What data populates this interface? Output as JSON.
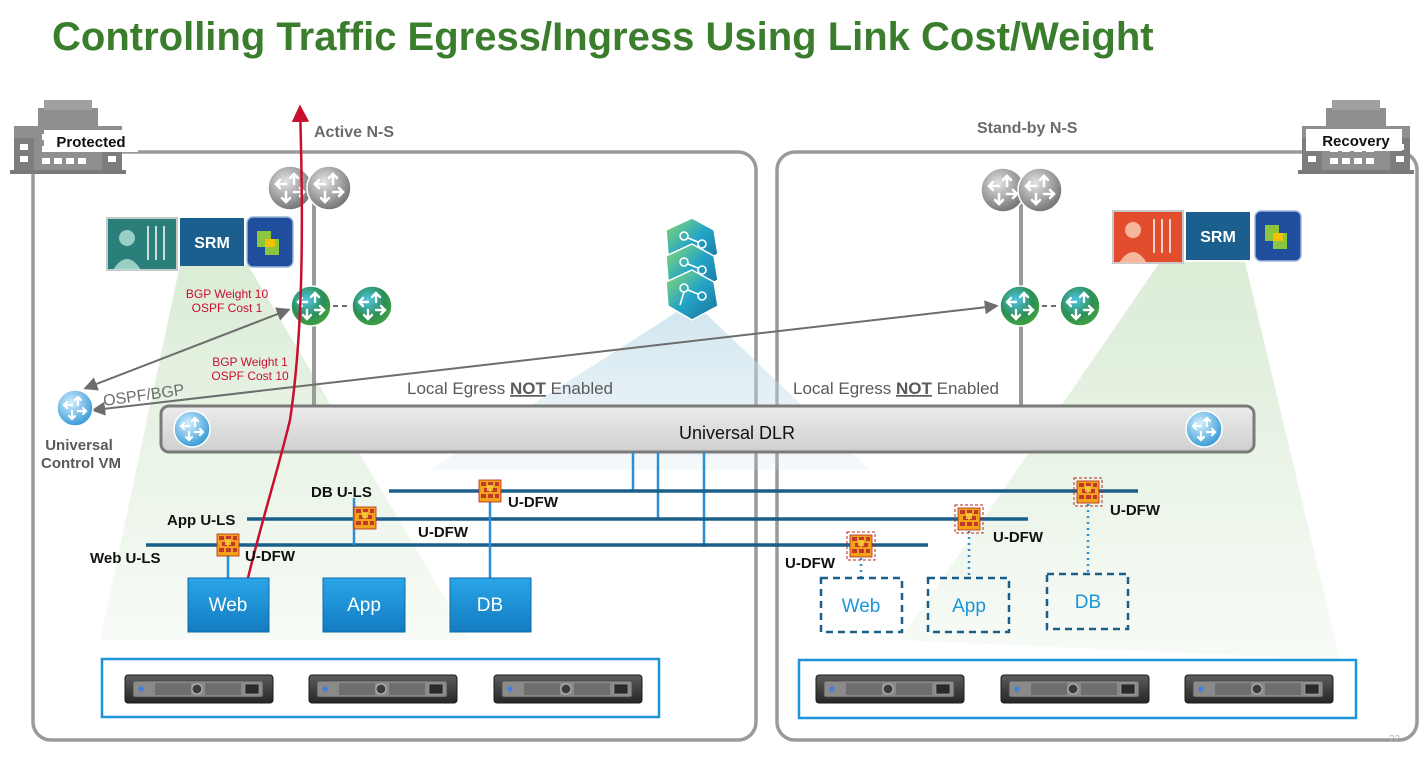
{
  "title": "Controlling Traffic Egress/Ingress Using Link Cost/Weight",
  "colors": {
    "title_green": "#3a7d2c",
    "egress_red": "#c8102e",
    "ls_blue": "#1a5e8a",
    "vm_blue": "#1b95d8",
    "site_gray": "#9a9a9a"
  },
  "sites": {
    "protected": {
      "label": "Protected",
      "ns_label": "Active N-S",
      "srm_label": "SRM",
      "bgp_weight_primary": "BGP Weight 10",
      "ospf_cost_primary": "OSPF Cost 1",
      "bgp_weight_secondary": "BGP Weight 1",
      "ospf_cost_secondary": "OSPF Cost 10",
      "local_egress": {
        "prefix": "Local Egress ",
        "emph": "NOT",
        "suffix": " Enabled"
      }
    },
    "recovery": {
      "label": "Recovery",
      "ns_label": "Stand-by N-S",
      "srm_label": "SRM",
      "local_egress": {
        "prefix": "Local Egress ",
        "emph": "NOT",
        "suffix": " Enabled"
      }
    }
  },
  "control_vm": {
    "protocol_label": "OSPF/BGP",
    "label_line1": "Universal",
    "label_line2": "Control VM"
  },
  "dlr_label": "Universal DLR",
  "logical_switches": {
    "db": "DB U-LS",
    "app": "App U-LS",
    "web": "Web U-LS"
  },
  "firewall_label": "U-DFW",
  "vms": {
    "web": "Web",
    "app": "App",
    "db": "DB"
  },
  "icons": [
    "building-icon",
    "router-icon",
    "edge-gateway-icon",
    "controller-icon",
    "srm-monitor-icon",
    "vcenter-icon",
    "firewall-icon",
    "server-icon"
  ],
  "page_number": "22"
}
